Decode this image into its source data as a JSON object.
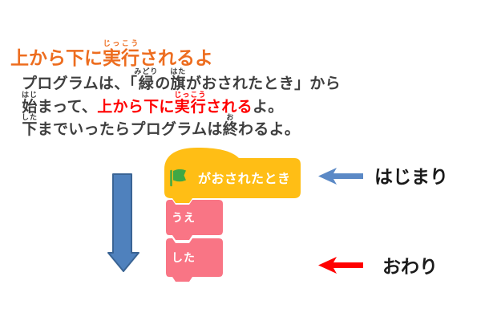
{
  "page": {
    "background": "#FFFFFF"
  },
  "title": {
    "color": "#ED6D1F",
    "segments": [
      {
        "text": "上から下に"
      },
      {
        "text": "実行",
        "ruby": "じっこう"
      },
      {
        "text": "されるよ"
      }
    ]
  },
  "body": {
    "text_color": "#3F3F3F",
    "highlight_color": "#FF0000",
    "lines": [
      {
        "segments": [
          {
            "text": "プログラムは、「"
          },
          {
            "text": "緑",
            "ruby": "みどり"
          },
          {
            "text": "の"
          },
          {
            "text": "旗",
            "ruby": "はた"
          },
          {
            "text": "がおされたとき」から"
          }
        ]
      },
      {
        "segments": [
          {
            "text": "始",
            "ruby": "はじ"
          },
          {
            "text": "まって、"
          },
          {
            "text": "上から下に",
            "highlight": true
          },
          {
            "text": "実行",
            "ruby": "じっこう",
            "highlight": true
          },
          {
            "text": "される",
            "highlight": true
          },
          {
            "text": "よ。"
          }
        ]
      },
      {
        "segments": [
          {
            "text": "下",
            "ruby": "した"
          },
          {
            "text": "までいったらプログラムは"
          },
          {
            "text": "終",
            "ruby": "お"
          },
          {
            "text": "わるよ。"
          }
        ]
      }
    ]
  },
  "scratch_blocks": {
    "hat_block": {
      "label": "がおされたとき",
      "fill": "#FFBE15",
      "label_color": "#FFFFFF",
      "flag_icon_color": "#3FA844"
    },
    "stack_blocks": [
      {
        "label": "うえ",
        "fill": "#F97585",
        "label_color": "#FFFFFF"
      },
      {
        "label": "した",
        "fill": "#F97585",
        "label_color": "#FFFFFF"
      }
    ]
  },
  "flow_arrow": {
    "fill": "#4F81BD",
    "stroke": "#3A6494"
  },
  "annotations": {
    "start": {
      "label": "はじまり",
      "arrow_fill": "#5B89C6"
    },
    "end": {
      "label": "おわり",
      "arrow_fill": "#FF0000"
    }
  }
}
